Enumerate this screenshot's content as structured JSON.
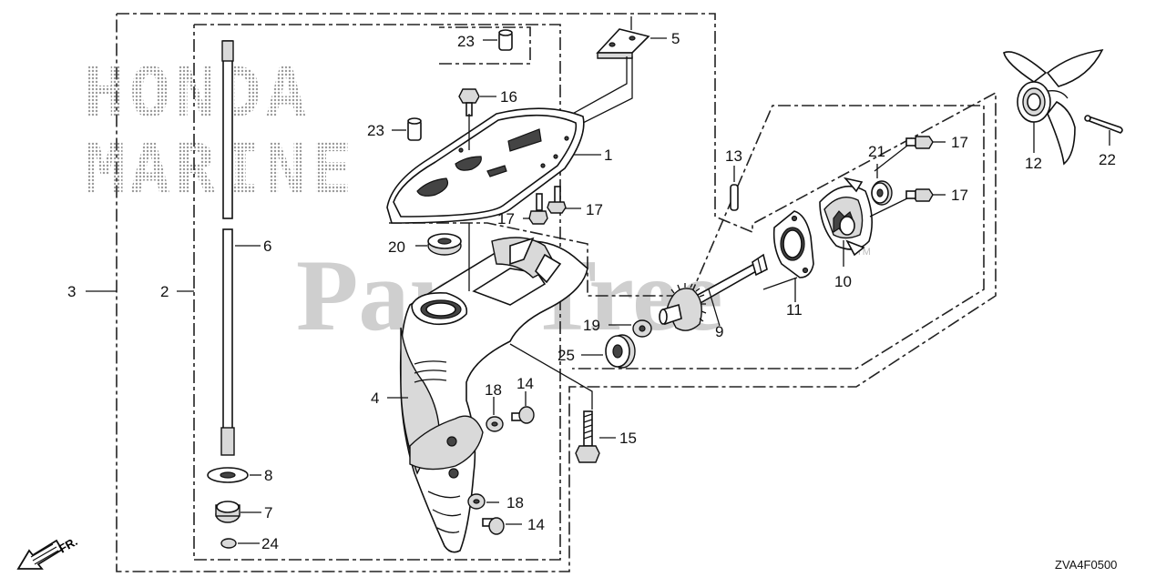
{
  "watermark": {
    "brand_line1": "HONDA",
    "brand_line2": "MARINE",
    "site": "PartsTree",
    "tm": "TM"
  },
  "diagram_code": "ZVA4F0500",
  "front_indicator": "FR.",
  "callouts": {
    "c1": "1",
    "c2": "2",
    "c3": "3",
    "c4": "4",
    "c5": "5",
    "c6": "6",
    "c7": "7",
    "c8": "8",
    "c9": "9",
    "c10": "10",
    "c11": "11",
    "c12": "12",
    "c13": "13",
    "c14a": "14",
    "c14b": "14",
    "c15": "15",
    "c16": "16",
    "c17a": "17",
    "c17b": "17",
    "c17c": "17",
    "c17d": "17",
    "c18a": "18",
    "c18b": "18",
    "c19": "19",
    "c20": "20",
    "c21": "21",
    "c22": "22",
    "c23a": "23",
    "c23b": "23",
    "c24": "24",
    "c25": "25"
  }
}
